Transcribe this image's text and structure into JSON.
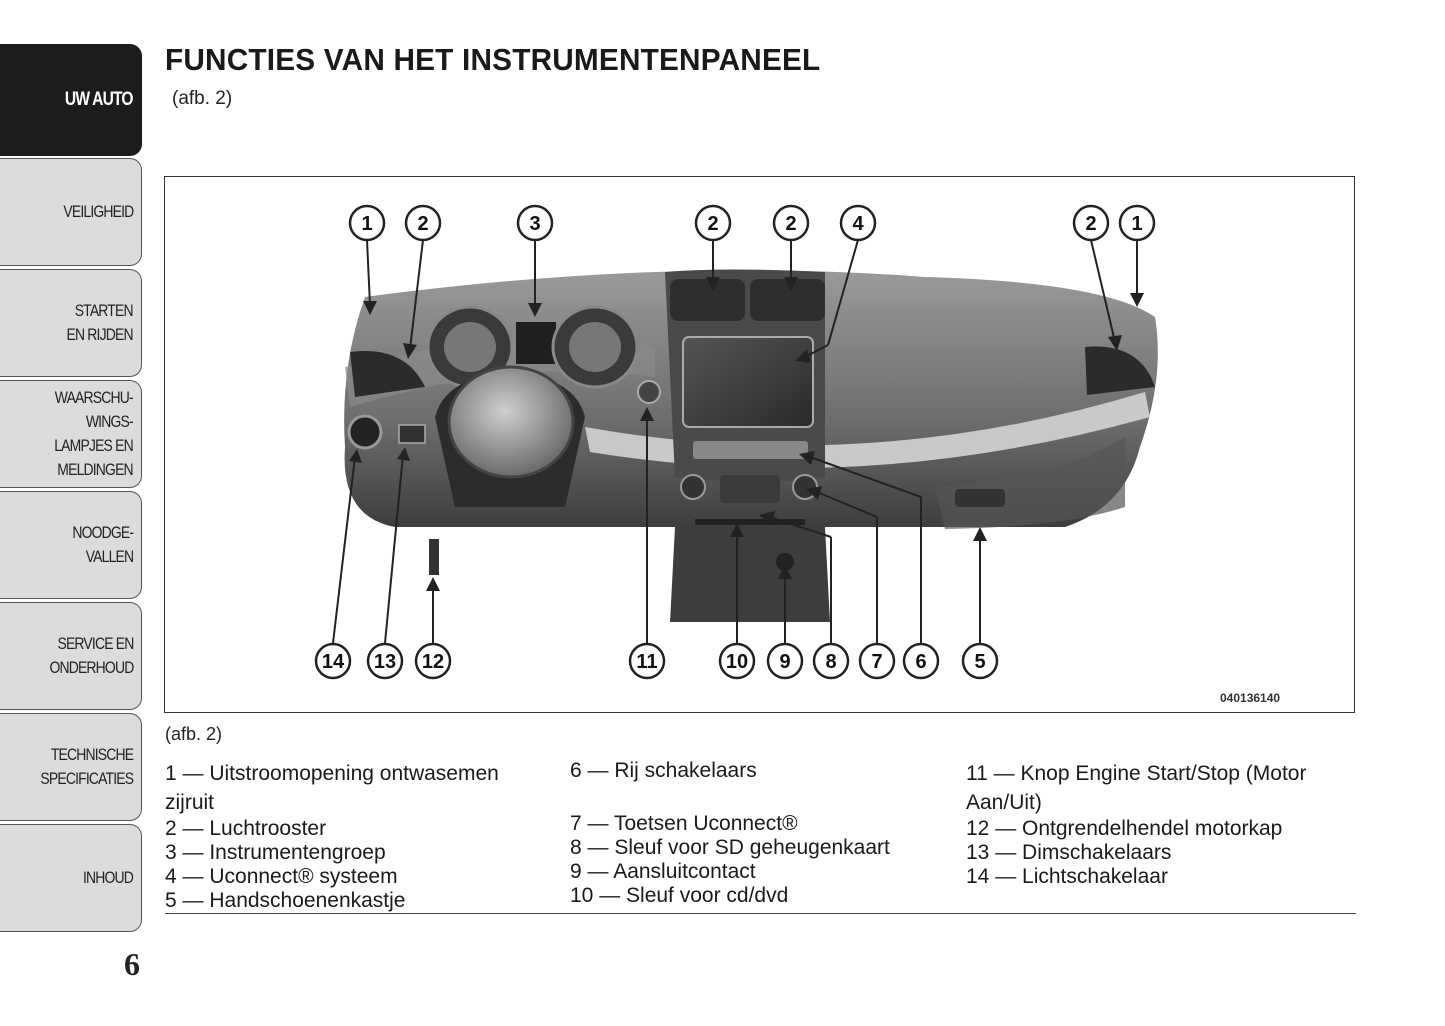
{
  "sidebar": {
    "tabs": [
      {
        "label": "UW AUTO",
        "active": true
      },
      {
        "label": "VEILIGHEID"
      },
      {
        "label": "STARTEN\nEN RIJDEN"
      },
      {
        "label": "WAARSCHU-\nWINGS-\nLAMPJES EN\nMELDINGEN"
      },
      {
        "label": "NOODGE-\nVALLEN"
      },
      {
        "label": "SERVICE EN\nONDERHOUD"
      },
      {
        "label": "TECHNISCHE\nSPECIFICATIES"
      },
      {
        "label": "INHOUD"
      }
    ]
  },
  "page_number": "6",
  "heading": {
    "title": "FUNCTIES VAN HET INSTRUMENTENPANEEL",
    "ref": "(afb.  2)"
  },
  "figure": {
    "code": "040136140",
    "caption": "(afb. 2)",
    "callouts_top": [
      "1",
      "2",
      "3",
      "2",
      "2",
      "4",
      "2",
      "1"
    ],
    "callouts_bottom": [
      "14",
      "13",
      "12",
      "11",
      "10",
      "9",
      "8",
      "7",
      "6",
      "5"
    ]
  },
  "legend": {
    "col1": [
      "1 — Uitstroomopening ontwasemen zijruit",
      "2 — Luchtrooster",
      "3 — Instrumentengroep",
      "4 — Uconnect® systeem",
      "5 — Handschoenenkastje"
    ],
    "col2": [
      "6 — Rij schakelaars",
      "7 — Toetsen Uconnect®",
      "8 — Sleuf voor SD geheugenkaart",
      "9 — Aansluitcontact",
      "10 — Sleuf voor cd/dvd"
    ],
    "col3": [
      "11 — Knop Engine Start/Stop (Motor Aan/Uit)",
      "12 — Ontgrendelhendel motorkap",
      "13 — Dimschakelaars",
      "14 — Lichtschakelaar"
    ]
  }
}
